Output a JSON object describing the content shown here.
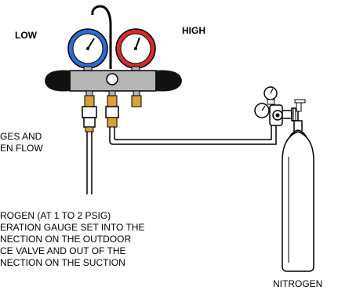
{
  "labels": {
    "low": "LOW",
    "high": "HIGH",
    "nitrogen": "NITROGEN"
  },
  "note_left": [
    "GES AND",
    "EN FLOW"
  ],
  "note_bottom": [
    "ROGEN (AT 1 TO 2 PSIG)",
    "ERATION GAUGE SET INTO THE",
    "NECTION ON THE OUTDOOR",
    "CE VALVE AND OUT OF THE",
    "NECTION ON THE SUCTION"
  ],
  "colors": {
    "low_gauge": "#2b6cd6",
    "high_gauge": "#d62b2b",
    "brass": "#d9a033",
    "manifold": "#b5b5b5",
    "knob": "#111111"
  }
}
